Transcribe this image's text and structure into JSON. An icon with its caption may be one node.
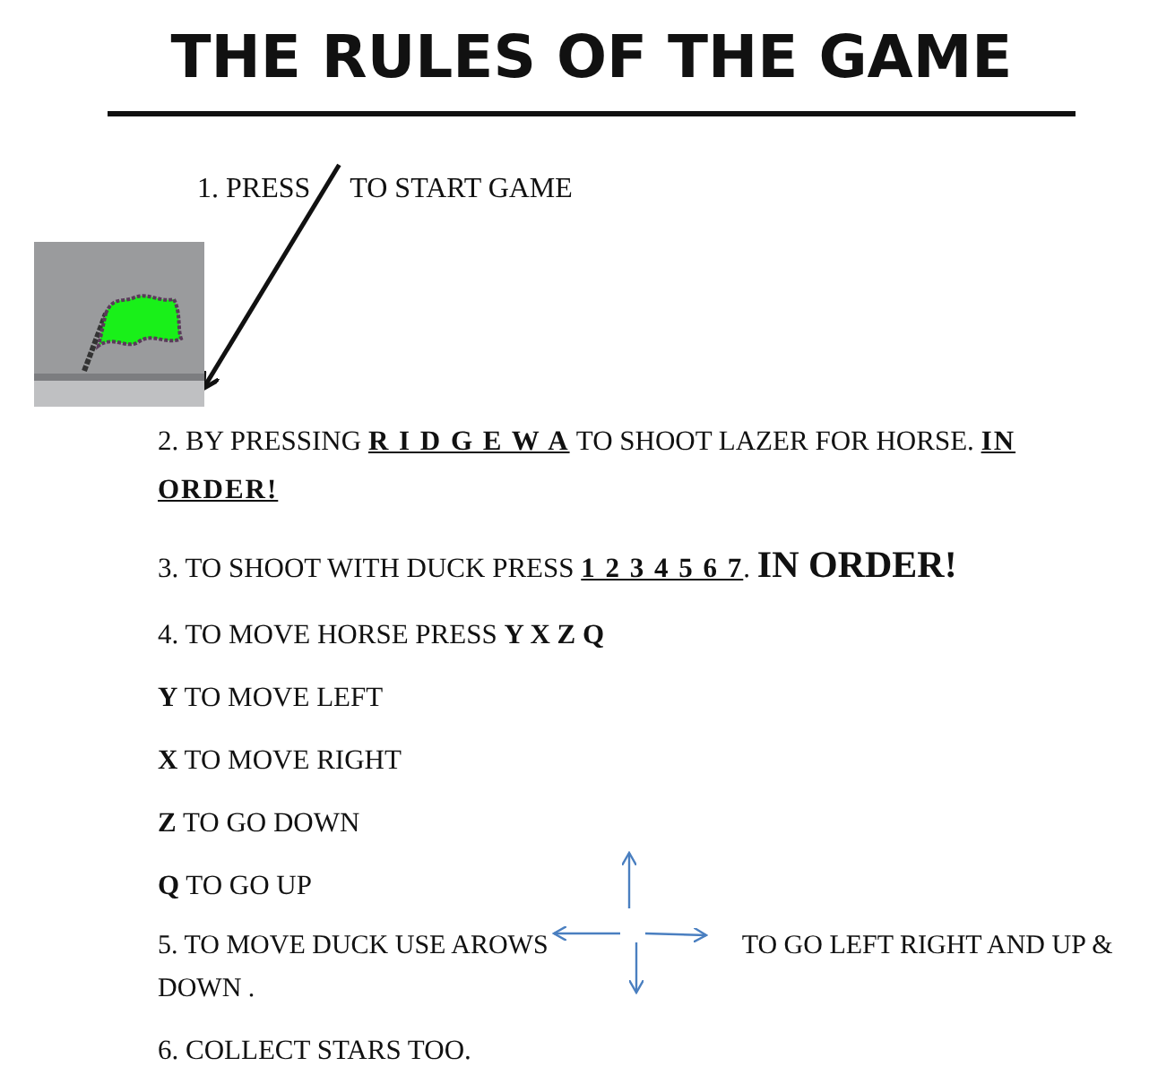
{
  "diagram": {
    "title": "THE RULES OF THE GAME",
    "nodes": [
      {
        "text": [
          "1.  PRESS",
          "TO START GAME"
        ]
      },
      {
        "text": [],
        "shape": "picture"
      }
    ],
    "edges": [
      {
        "from": 0,
        "to": 1,
        "arrow": "to"
      }
    ],
    "labels": [
      "2. BY PRESSING **R I D G E W A** TO SHOOT LAZER FOR HORSE. **IN ORDER!**",
      "3. TO SHOOT WITH DUCK PRESS **1 2 3 4 5 6 7**. **IN ORDER!**",
      "4. TO MOVE HORSE PRESS **Y X Z Q**",
      "**Y** TO MOVE LEFT",
      "**X** TO MOVE RIGHT",
      "**Z** TO GO DOWN",
      "**Q** TO GO UP",
      "5. TO MOVE DUCK USE AROWS",
      "TO GO LEFT RIGHT AND UP & DOWN .",
      "6. COLLECT STARS TOO."
    ]
  }
}
